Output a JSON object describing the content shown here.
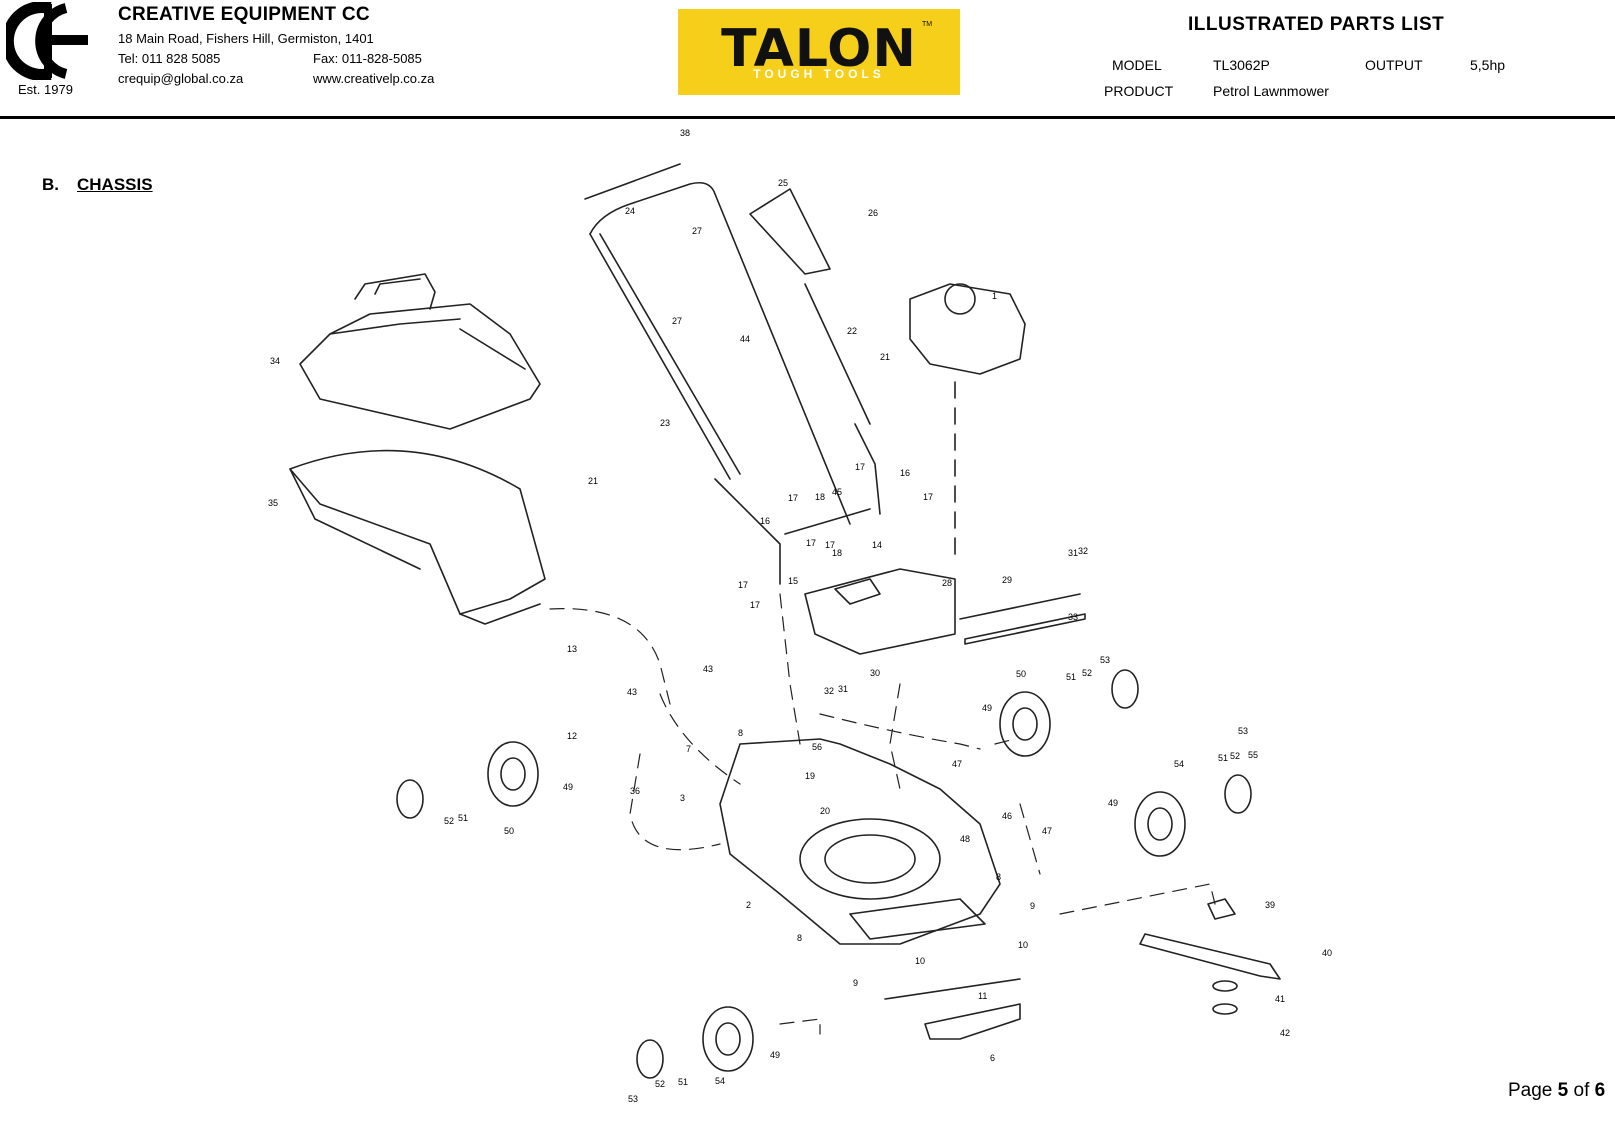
{
  "header": {
    "company_name": "CREATIVE EQUIPMENT CC",
    "address": "18 Main Road, Fishers Hill, Germiston, 1401",
    "tel": "Tel: 011 828 5085",
    "fax": "Fax: 011-828-5085",
    "email": "crequip@global.co.za",
    "website": "www.creativelp.co.za",
    "est": "Est. 1979",
    "logo_text": "CE",
    "brand_name": "TALON",
    "brand_tagline": "TOUGH TOOLS",
    "brand_tm": "TM",
    "brand_color": "#f6cf1b"
  },
  "parts_list": {
    "title": "ILLUSTRATED PARTS LIST",
    "model_label": "MODEL",
    "model_value": "TL3062P",
    "output_label": "OUTPUT",
    "output_value": "5,5hp",
    "product_label": "PRODUCT",
    "product_value": "Petrol Lawnmower"
  },
  "section": {
    "letter": "B.",
    "title": "CHASSIS"
  },
  "diagram": {
    "callouts": [
      "38",
      "24",
      "27",
      "25",
      "26",
      "1",
      "22",
      "21",
      "44",
      "27",
      "23",
      "34",
      "35",
      "21",
      "16",
      "17",
      "18",
      "45",
      "17",
      "17",
      "16",
      "14",
      "17",
      "17",
      "18",
      "15",
      "17",
      "17",
      "28",
      "29",
      "31",
      "32",
      "33",
      "13",
      "43",
      "43",
      "12",
      "7",
      "8",
      "56",
      "3",
      "36",
      "30",
      "32",
      "31",
      "50",
      "51",
      "52",
      "53",
      "49",
      "47",
      "46",
      "48",
      "47",
      "54",
      "51",
      "52",
      "53",
      "49",
      "55",
      "52",
      "51",
      "50",
      "49",
      "2",
      "8",
      "9",
      "10",
      "10",
      "11",
      "8",
      "9",
      "6",
      "39",
      "40",
      "41",
      "42",
      "54",
      "49",
      "53",
      "52",
      "51",
      "19",
      "20"
    ]
  },
  "page": {
    "label": "Page",
    "current": "5",
    "of": "of",
    "total": "6"
  }
}
